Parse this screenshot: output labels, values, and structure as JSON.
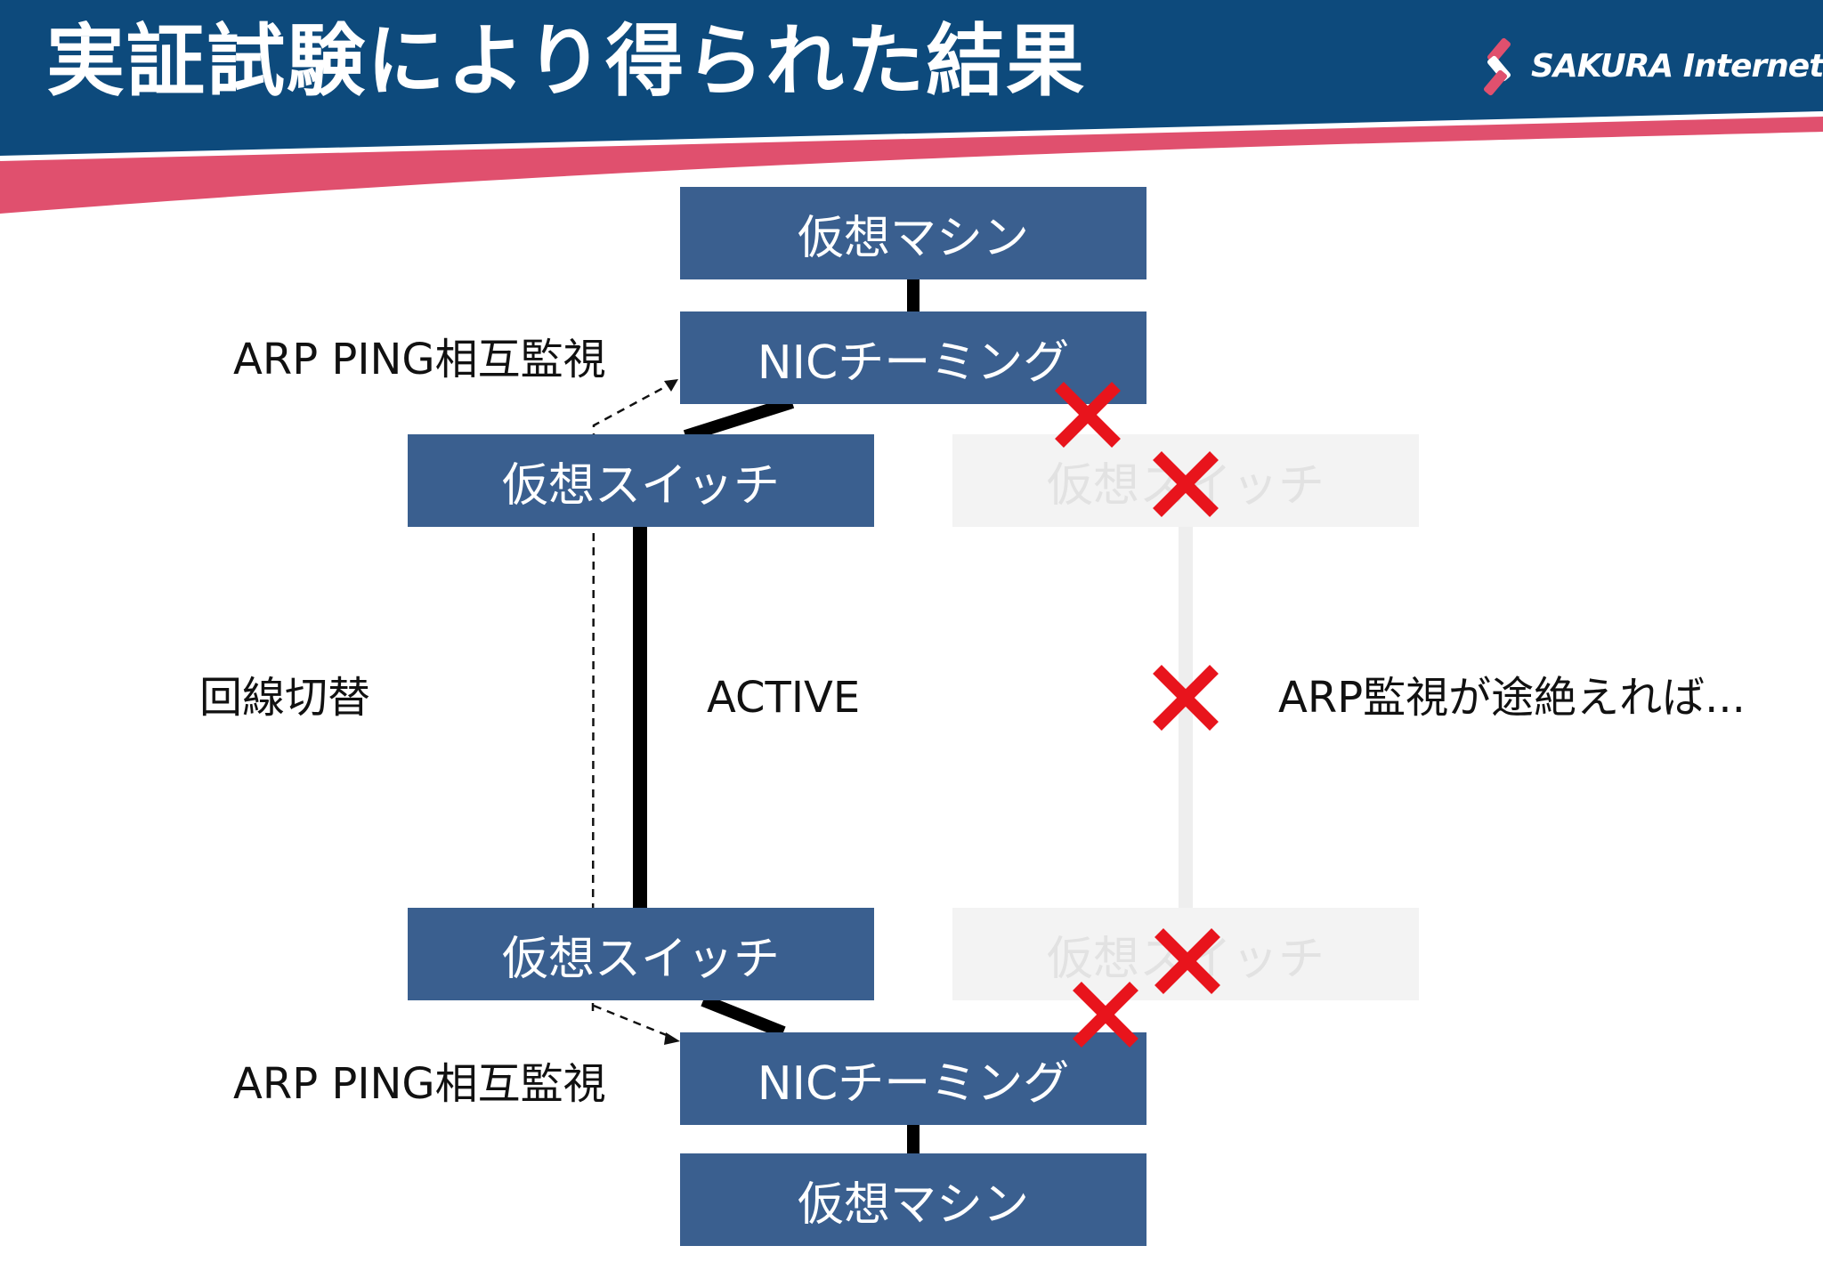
{
  "header": {
    "title": "実証試験により得られた結果",
    "logo_text": "SAKURA Internet",
    "colors": {
      "banner": "#0d4a7c",
      "accent_stripe": "#e0506e"
    }
  },
  "diagram": {
    "top_vm": "仮想マシン",
    "top_nic": "NICチーミング",
    "left_switch_top": "仮想スイッチ",
    "right_switch_top": "仮想スイッチ",
    "left_switch_bottom": "仮想スイッチ",
    "right_switch_bottom": "仮想スイッチ",
    "bottom_nic": "NICチーミング",
    "bottom_vm": "仮想マシン",
    "arp_ping_top": "ARP PING相互監視",
    "arp_ping_bottom": "ARP PING相互監視",
    "failover_label": "回線切替",
    "active_label": "ACTIVE",
    "arp_lost_label": "ARP監視が途絶えれば...",
    "colors": {
      "box": "#3a5f8f",
      "ghost_box": "#f3f3f3",
      "x_mark": "#e8141c",
      "line": "#000000"
    }
  }
}
